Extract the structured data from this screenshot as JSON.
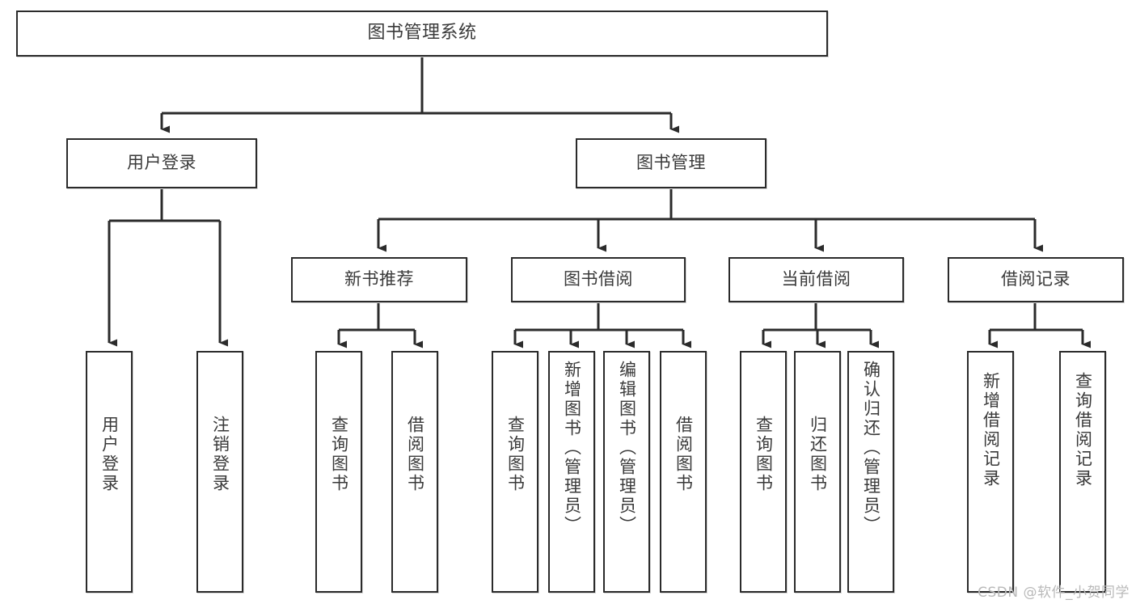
{
  "diagram": {
    "title": "图书管理系统",
    "type": "functional-structure-tree",
    "watermark": "CSDN @软件_小贺同学",
    "colors": {
      "background": "#ffffff",
      "box_border": "#2b2b2b",
      "box_fill": "#ffffff",
      "text": "#3a3a3a",
      "connector": "#2b2b2b",
      "watermark": "#b9b9b9"
    },
    "levels": {
      "root": "图书管理系统",
      "level2": [
        "用户登录",
        "图书管理"
      ],
      "level3": [
        "新书推荐",
        "图书借阅",
        "当前借阅",
        "借阅记录"
      ]
    },
    "nodes": {
      "root": {
        "label": "图书管理系统"
      },
      "user_login": {
        "label": "用户登录"
      },
      "book_manage": {
        "label": "图书管理"
      },
      "new_book_rec": {
        "label": "新书推荐"
      },
      "book_borrow": {
        "label": "图书借阅"
      },
      "current_borrow": {
        "label": "当前借阅"
      },
      "borrow_record": {
        "label": "借阅记录"
      }
    },
    "leaves": {
      "user_login": [
        {
          "label": "用户登录"
        },
        {
          "label": "注销登录"
        }
      ],
      "new_book_rec": [
        {
          "label": "查询图书"
        },
        {
          "label": "借阅图书"
        }
      ],
      "book_borrow": [
        {
          "label": "查询图书"
        },
        {
          "label": "新增图书（管理员）"
        },
        {
          "label": "编辑图书（管理员）"
        },
        {
          "label": "借阅图书"
        }
      ],
      "current_borrow": [
        {
          "label": "查询图书"
        },
        {
          "label": "归还图书"
        },
        {
          "label": "确认归还（管理员）"
        }
      ],
      "borrow_record": [
        {
          "label": "新增借阅记录"
        },
        {
          "label": "查询借阅记录"
        }
      ]
    }
  }
}
